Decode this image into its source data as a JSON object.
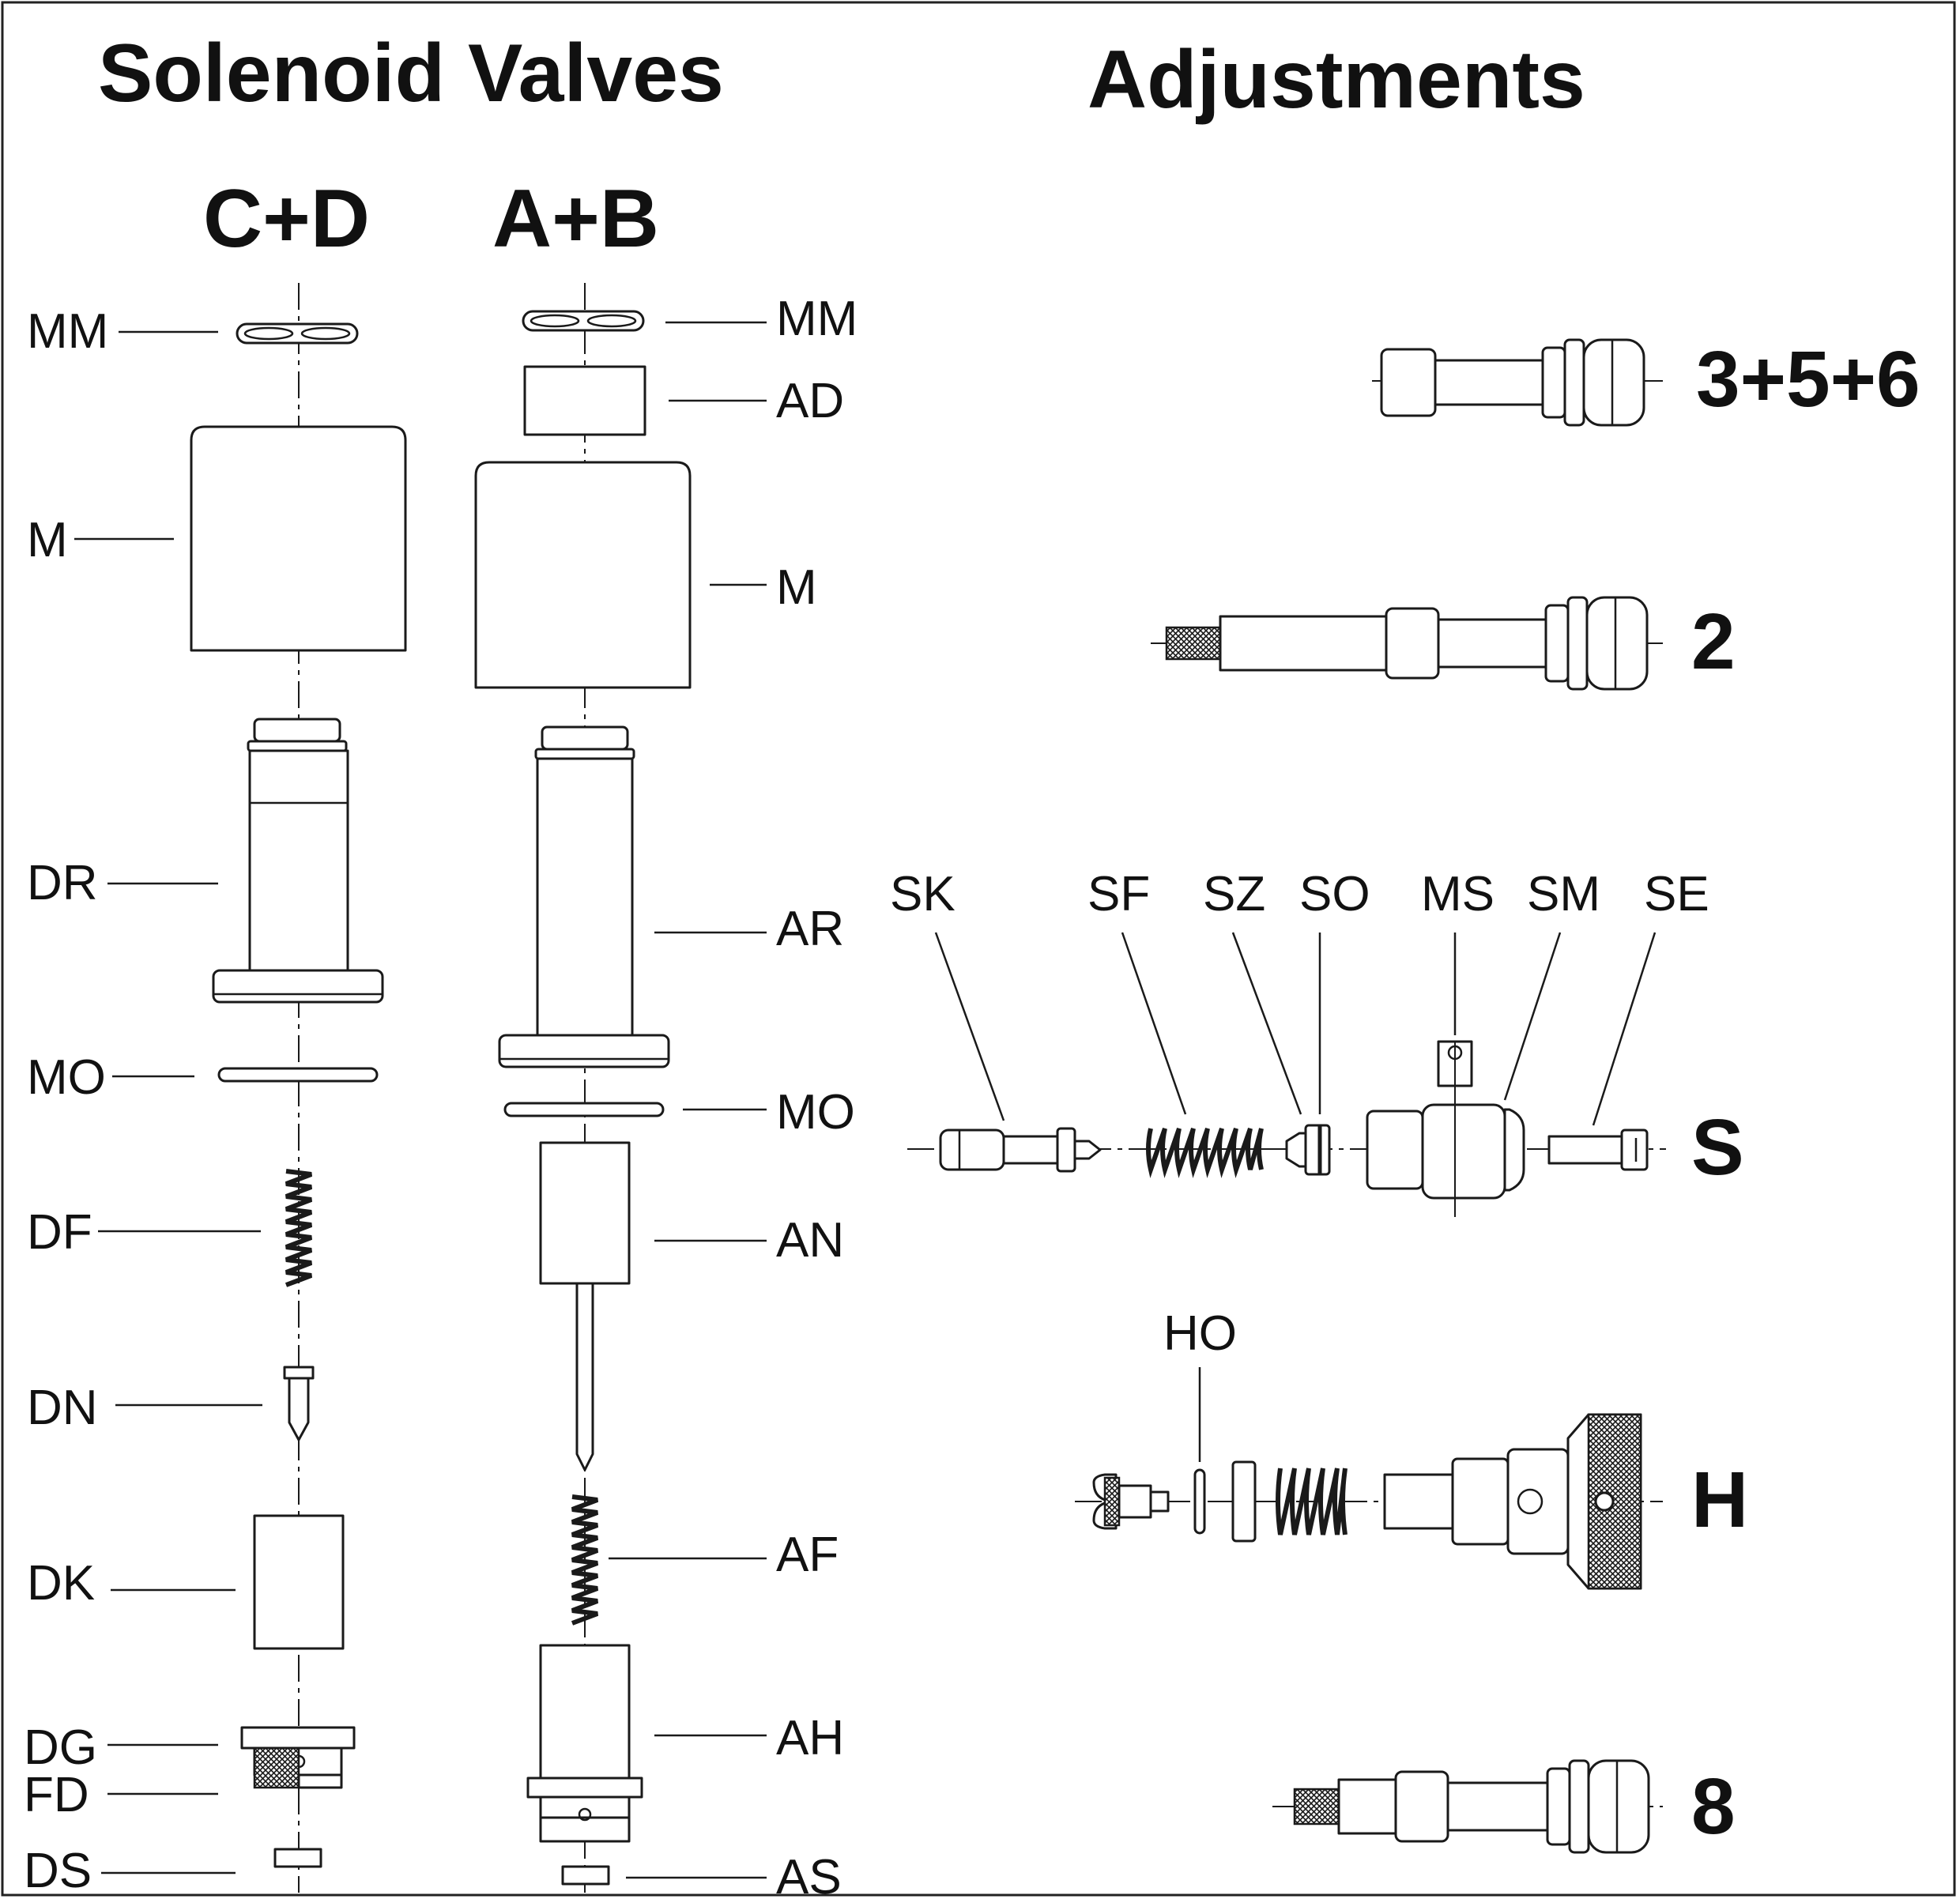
{
  "titles": {
    "solenoid": "Solenoid Valves",
    "adjustments": "Adjustments"
  },
  "groups": {
    "cd": "C+D",
    "ab": "A+B"
  },
  "cd_labels": {
    "mm": "MM",
    "m": "M",
    "dr": "DR",
    "mo": "MO",
    "df": "DF",
    "dn": "DN",
    "dk": "DK",
    "dg": "DG",
    "fd": "FD",
    "ds": "DS"
  },
  "ab_labels": {
    "mm": "MM",
    "ad": "AD",
    "m": "M",
    "ar": "AR",
    "mo": "MO",
    "an": "AN",
    "af": "AF",
    "ah": "AH",
    "as": "AS"
  },
  "adjustments": {
    "a356": "3+5+6",
    "a2": "2",
    "s": "S",
    "h": "H",
    "a8": "8"
  },
  "s_labels": {
    "sk": "SK",
    "sf": "SF",
    "sz": "SZ",
    "so": "SO",
    "ms": "MS",
    "sm": "SM",
    "se": "SE"
  },
  "h_labels": {
    "ho": "HO"
  }
}
